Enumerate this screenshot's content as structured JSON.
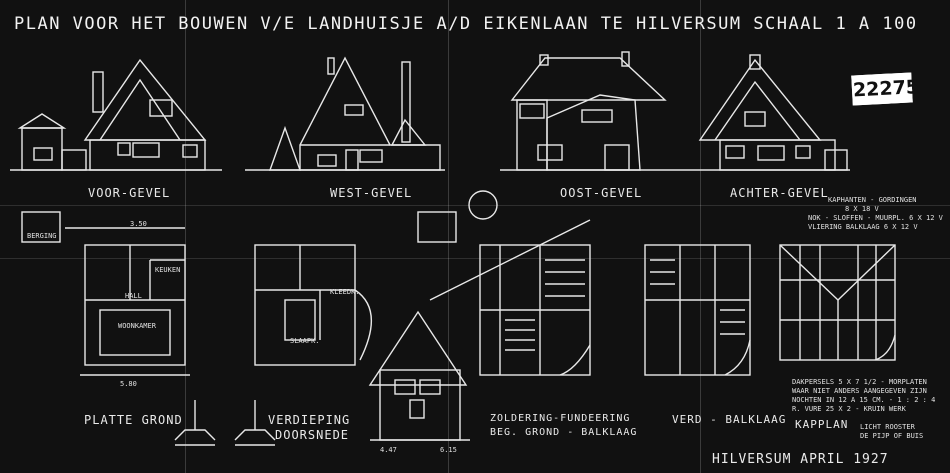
{
  "sheet": {
    "title": "PLAN VOOR HET BOUWEN V/E LANDHUISJE A/D EIKENLAAN TE HILVERSUM SCHAAL 1 A 100",
    "stamp_number": "22275",
    "elevations": [
      "VOOR-GEVEL",
      "WEST-GEVEL",
      "OOST-GEVEL",
      "ACHTER-GEVEL"
    ],
    "plans": [
      "PLATTE GROND",
      "VERDIEPING",
      "DOORSNEDE",
      "ZOLDERING-FUNDEERING",
      "BEG. GROND - BALKLAAG",
      "VERD - BALKLAAG",
      "KAPPLAN"
    ],
    "timber_spec_lines": [
      "KAPHANTEN - GORDINGEN",
      "8 X 18 V",
      "NOK - SLOFFEN - MUURPL. 6 X 12 V",
      "VLIERING BALKLAAG 6 X 12 V"
    ],
    "notes_lines": [
      "DAKPERSELS 5 X 7 1/2 - MORPLATEN",
      "WAAR NIET ANDERS AANGEGEVEN ZIJN",
      "NOCHTEN IN 12 A 15 CM. - 1 : 2 : 4",
      "R. VURE 25 X 2 - KRUIN WERK"
    ],
    "legend_lines": [
      "LICHT ROOSTER",
      "DE PIJP OF BUIS"
    ],
    "place_date": "HILVERSUM APRIL 1927",
    "room_labels": [
      "WOONKAMER",
      "KEUKEN",
      "HALL",
      "SLAAPK.",
      "BERGING",
      "KLEEDK."
    ],
    "dimension_labels": [
      "3.50",
      "5.80",
      "4.47",
      "6.15"
    ],
    "colors": {
      "paper": "#111111",
      "line": "#e8e8e8"
    }
  }
}
